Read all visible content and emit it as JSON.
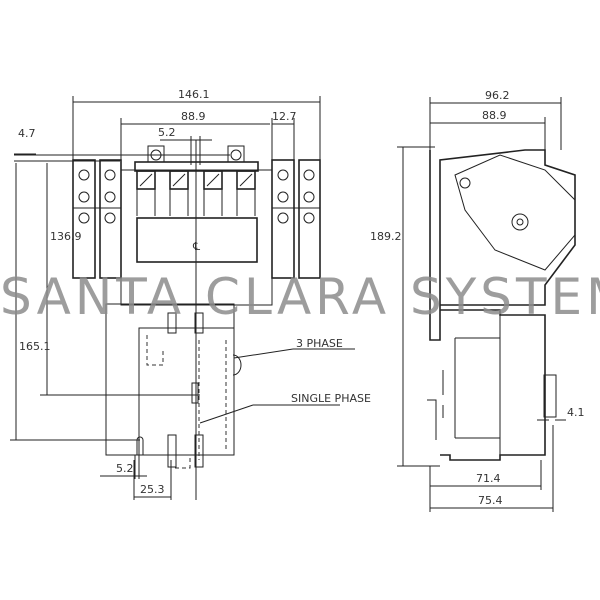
{
  "front_view": {
    "dims": {
      "overall_width": "146.1",
      "body_width": "88.9",
      "terminal_width": "12.7",
      "top_offset": "5.2",
      "top_margin": "4.7",
      "mount_height": "136.9",
      "overall_height": "165.1",
      "slot_width": "5.2",
      "slot_spacing": "25.3"
    },
    "labels": {
      "three_phase": "3 PHASE",
      "single_phase": "SINGLE PHASE",
      "centerline": "℄"
    }
  },
  "side_view": {
    "dims": {
      "overall_depth": "96.2",
      "body_depth": "88.9",
      "overall_height": "189.2",
      "offset": "4.1",
      "base_depth": "71.4",
      "total_base_depth": "75.4"
    }
  },
  "watermark": "SANTA CLARA SYSTEMS"
}
